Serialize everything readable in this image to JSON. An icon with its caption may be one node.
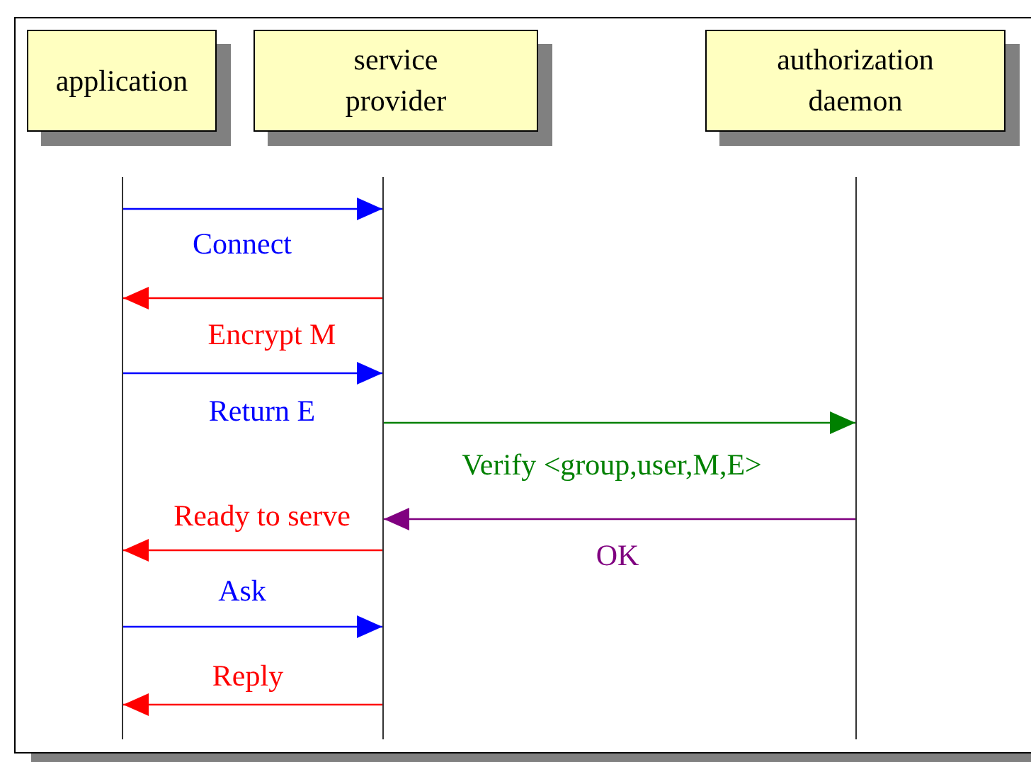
{
  "diagram": {
    "nodes": [
      {
        "text": [
          "application"
        ]
      },
      {
        "text": [
          "service provider"
        ]
      },
      {
        "text": [
          "authorization daemon"
        ]
      },
      {
        "text": [],
        "shape": "bar"
      },
      {
        "text": [],
        "shape": "bar"
      },
      {
        "text": [],
        "shape": "bar"
      }
    ],
    "edges": [
      {
        "from": 3,
        "to": 4,
        "arrow": "to",
        "label": "Connect",
        "color": "#0000ff"
      },
      {
        "from": 4,
        "to": 3,
        "arrow": "to",
        "label": "Encrypt M",
        "color": "#ff0000"
      },
      {
        "from": 3,
        "to": 4,
        "arrow": "to",
        "label": "Return E",
        "color": "#0000ff"
      },
      {
        "from": 4,
        "to": 5,
        "arrow": "to",
        "label": "Verify <group,user,M,E>",
        "color": "#008000"
      },
      {
        "from": 5,
        "to": 4,
        "arrow": "to",
        "label": "OK",
        "color": "#800080"
      },
      {
        "from": 4,
        "to": 3,
        "arrow": "to",
        "label": "Ready to serve",
        "color": "#ff0000"
      },
      {
        "from": 3,
        "to": 4,
        "arrow": "to",
        "label": "Ask",
        "color": "#0000ff"
      },
      {
        "from": 4,
        "to": 3,
        "arrow": "to",
        "label": "Reply",
        "color": "#ff0000"
      }
    ]
  }
}
